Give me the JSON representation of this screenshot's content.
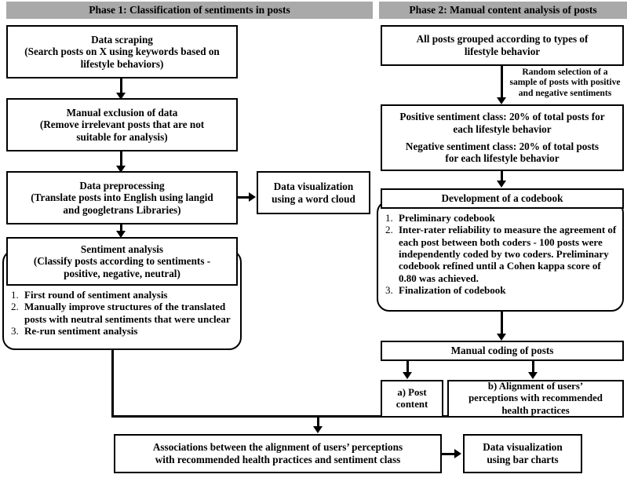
{
  "figure": {
    "title": "Study workflow flowchart: sentiment classification and manual content analysis of posts",
    "bar_color": "#a9a9a9",
    "line_color": "#000000",
    "background": "#ffffff"
  },
  "phases": [
    {
      "id": "phase1",
      "label": "Phase 1: Classification of sentiments in posts"
    },
    {
      "id": "phase2",
      "label": "Phase 2: Manual content analysis of posts"
    }
  ],
  "phase1": {
    "data_scraping": {
      "line1": "Data scraping",
      "line2": "(Search posts on X using keywords based on",
      "line3": "lifestyle behaviors)"
    },
    "manual_exclusion": {
      "line1": "Manual exclusion of data",
      "line2": "(Remove irrelevant posts that are not",
      "line3": "suitable for analysis)"
    },
    "data_preprocessing": {
      "line1": "Data preprocessing",
      "line2": "(Translate posts into English using langid",
      "line3": "and googletrans Libraries)"
    },
    "word_cloud": {
      "line1": "Data visualization",
      "line2": "using a word cloud"
    },
    "sentiment_analysis": {
      "line1": "Sentiment analysis",
      "line2": "(Classify posts according to sentiments -",
      "line3": "positive, negative, neutral)",
      "steps": [
        {
          "num": "1.",
          "text": "First round of sentiment analysis"
        },
        {
          "num": "2.",
          "text": "Manually improve structures of the translated posts with neutral sentiments that were unclear"
        },
        {
          "num": "3.",
          "text": "Re-run sentiment analysis"
        }
      ]
    }
  },
  "phase2": {
    "grouped_posts": {
      "line1": "All posts grouped according to types of",
      "line2": "lifestyle behavior"
    },
    "random_selection_note": {
      "line1": "Random selection of a",
      "line2": "sample of posts with positive",
      "line3": "and negative sentiments"
    },
    "sentiment_classes": {
      "line1": "Positive sentiment class: 20% of total posts for",
      "line2": "each lifestyle behavior",
      "line3": "Negative sentiment class: 20% of total posts",
      "line4": "for each lifestyle behavior"
    },
    "codebook": {
      "title": "Development of a codebook",
      "steps": [
        {
          "num": "1.",
          "text": "Preliminary codebook"
        },
        {
          "num": "2.",
          "text": "Inter-rater reliability to measure the agreement of each post between both coders - 100 posts were independently coded by two coders. Preliminary codebook refined until a Cohen kappa score of 0.80 was achieved."
        },
        {
          "num": "3.",
          "text": "Finalization of codebook"
        }
      ]
    },
    "manual_coding": {
      "line1": "Manual coding of posts"
    },
    "post_content": {
      "line1": "a) Post",
      "line2": "content"
    },
    "alignment": {
      "line1": "b) Alignment of users’",
      "line2": "perceptions with recommended",
      "line3": "health practices"
    }
  },
  "bottom": {
    "associations": {
      "line1": "Associations between the alignment of users’ perceptions",
      "line2": "with recommended health practices and sentiment class"
    },
    "bar_charts": {
      "line1": "Data visualization",
      "line2": "using bar charts"
    }
  }
}
